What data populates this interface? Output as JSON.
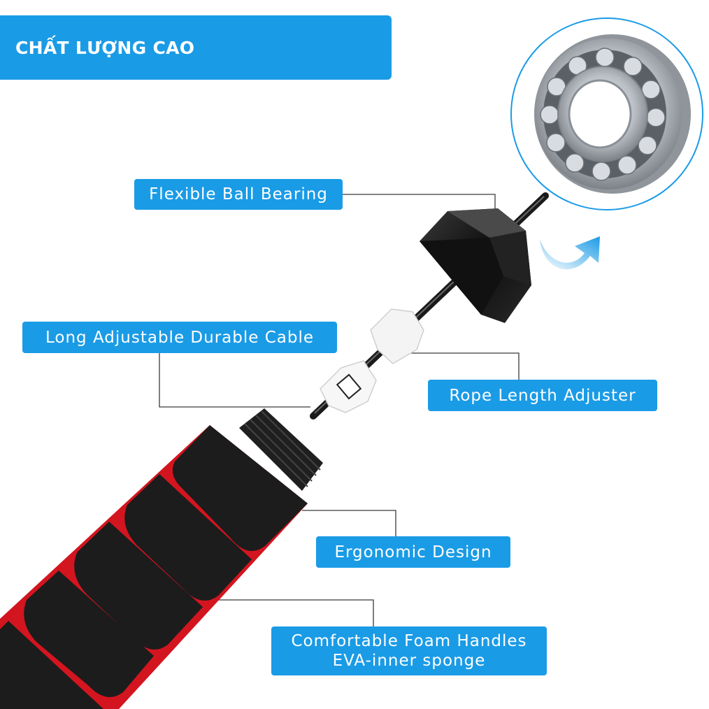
{
  "banner": {
    "title": "CHẤT LƯỢNG CAO"
  },
  "labels": {
    "bearing": "Flexible Ball Bearing",
    "cable": "Long Adjustable Durable Cable",
    "adjuster": "Rope Length Adjuster",
    "ergonomic": "Ergonomic Design",
    "foam_line1": "Comfortable Foam Handles",
    "foam_line2": "EVA-inner sponge"
  },
  "colors": {
    "accent": "#1a9be6",
    "foam": "#1c1c1c",
    "stripe": "#d3151f",
    "cap": "#0d0d0d",
    "adjuster": "#f4f4f4",
    "bearing_steel": "#b9bec4"
  }
}
